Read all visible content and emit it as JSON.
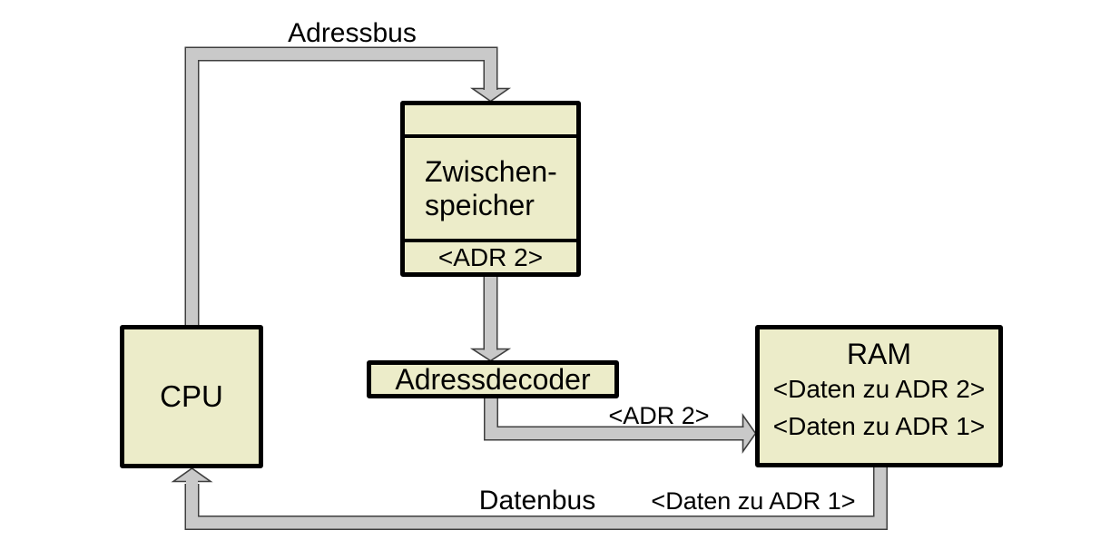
{
  "diagram": {
    "nodes": {
      "cpu": {
        "label": "CPU"
      },
      "zwischenspeicher": {
        "label_line1": "Zwischen-",
        "label_line2": "speicher",
        "register_value": "<ADR 2>"
      },
      "adressdecoder": {
        "label": "Adressdecoder"
      },
      "ram": {
        "title": "RAM",
        "entry1": "<Daten zu ADR 2>",
        "entry2": "<Daten zu ADR 1>"
      }
    },
    "bus_labels": {
      "adressbus": "Adressbus",
      "adr2_to_ram": "<ADR 2>",
      "datenbus": "Datenbus",
      "daten_zu_adr1": "<Daten zu ADR 1>"
    },
    "colors": {
      "node_fill": "#ececc9",
      "node_border": "#000000",
      "bus_fill": "#c9c9c9",
      "bus_outline": "#3f3f3f",
      "background": "#ffffff",
      "text": "#000000"
    }
  }
}
